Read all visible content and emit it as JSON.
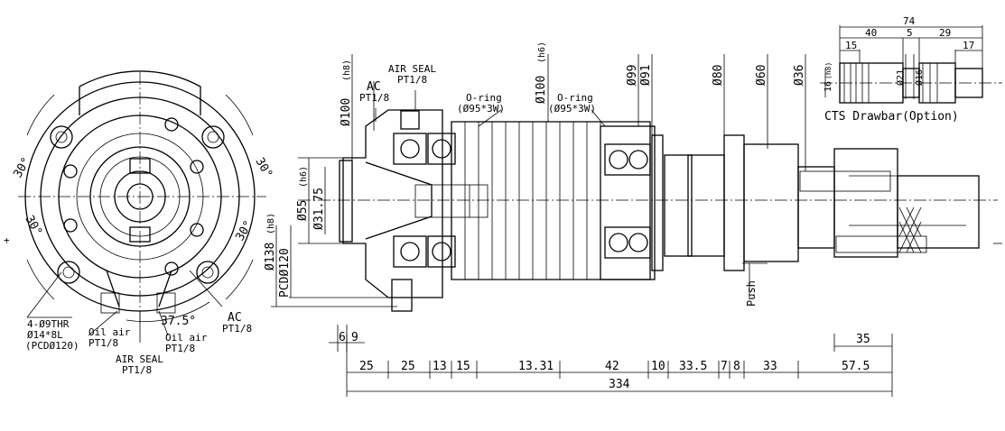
{
  "front_view": {
    "angle_labels": [
      "30°",
      "30°",
      "30°",
      "30°",
      "37.5°"
    ],
    "thread_note": [
      "4-Ø9THR",
      "Ø14*8L",
      "(PCDØ120)"
    ],
    "oil_air_left": [
      "Oil air",
      "PT1/8"
    ],
    "oil_air_right": [
      "Oil air",
      "PT1/8"
    ],
    "ac_note": [
      "AC",
      "PT1/8"
    ],
    "air_seal": [
      "AIR SEAL",
      "PT1/8"
    ]
  },
  "side_view": {
    "diameters": {
      "d100_h8": "Ø100",
      "h8": "(h8)",
      "d100_h6": "Ø100",
      "h6": "(h6)",
      "d99": "Ø99",
      "d91": "Ø91",
      "d80": "Ø80",
      "d60": "Ø60",
      "d36": "Ø36",
      "d55": "Ø55",
      "d55_h6": "(h6)",
      "d3175": "Ø31.75",
      "d138": "Ø138",
      "d138_h8": "(h8)",
      "pcd120": "PCDØ120"
    },
    "ac_note": [
      "AC",
      "PT1/8"
    ],
    "air_seal": [
      "AIR SEAL",
      "PT1/8"
    ],
    "oring_1": [
      "O-ring",
      "(Ø95*3W)"
    ],
    "oring_2": [
      "O-ring",
      "(Ø95*3W)"
    ],
    "push_label": "Push",
    "small_dims": [
      "6",
      "9"
    ],
    "bottom_dims": [
      "25",
      "25",
      "13",
      "15",
      "13.31",
      "42",
      "10",
      "33.5",
      "7",
      "8",
      "33",
      "57.5"
    ],
    "dim_35": "35",
    "total_length": "334"
  },
  "drawbar_view": {
    "caption": "CTS Drawbar(Option)",
    "dims": [
      "74",
      "40",
      "5",
      "29",
      "15",
      "17",
      "Ø21",
      "Ø16",
      "16",
      "(h8)"
    ]
  }
}
